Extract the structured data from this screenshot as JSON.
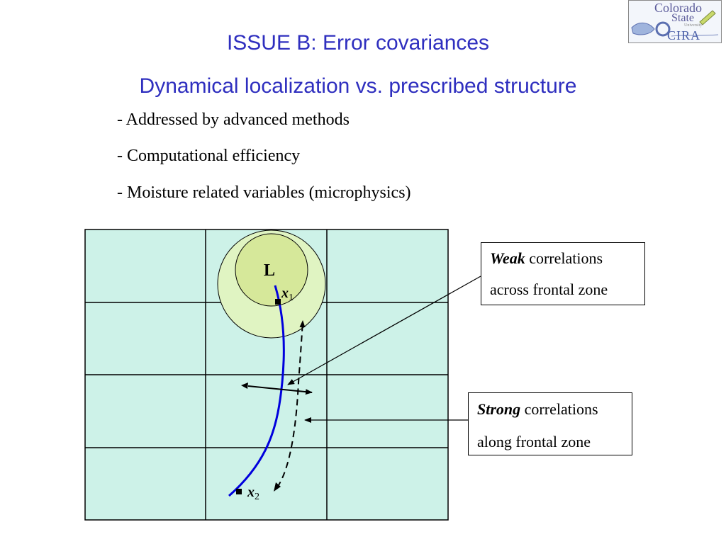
{
  "title": "ISSUE B: Error covariances",
  "subtitle": "Dynamical localization vs. prescribed structure",
  "bullets": [
    "- Addressed by advanced methods",
    "- Computational efficiency",
    "- Moisture related variables (microphysics)"
  ],
  "diagram": {
    "low_label": "L",
    "point1_label": "x",
    "point1_sub": "1",
    "point2_label": "x",
    "point2_sub": "2",
    "grid": {
      "columns": 3,
      "rows": 4
    },
    "colors": {
      "grid_fill": "#cdf2e8",
      "outer_circle": "#e0f4c2",
      "inner_circle": "#d6e89a",
      "front_line": "#0000dd"
    }
  },
  "callouts": {
    "weak_bold": "Weak",
    "weak_rest": " correlations",
    "weak_line2": "across frontal zone",
    "strong_bold": "Strong",
    "strong_rest": " correlations",
    "strong_line2": "along frontal zone"
  },
  "logo": {
    "line1": "Colorado",
    "line2": "State",
    "sub": "University",
    "cira": "CIRA"
  }
}
